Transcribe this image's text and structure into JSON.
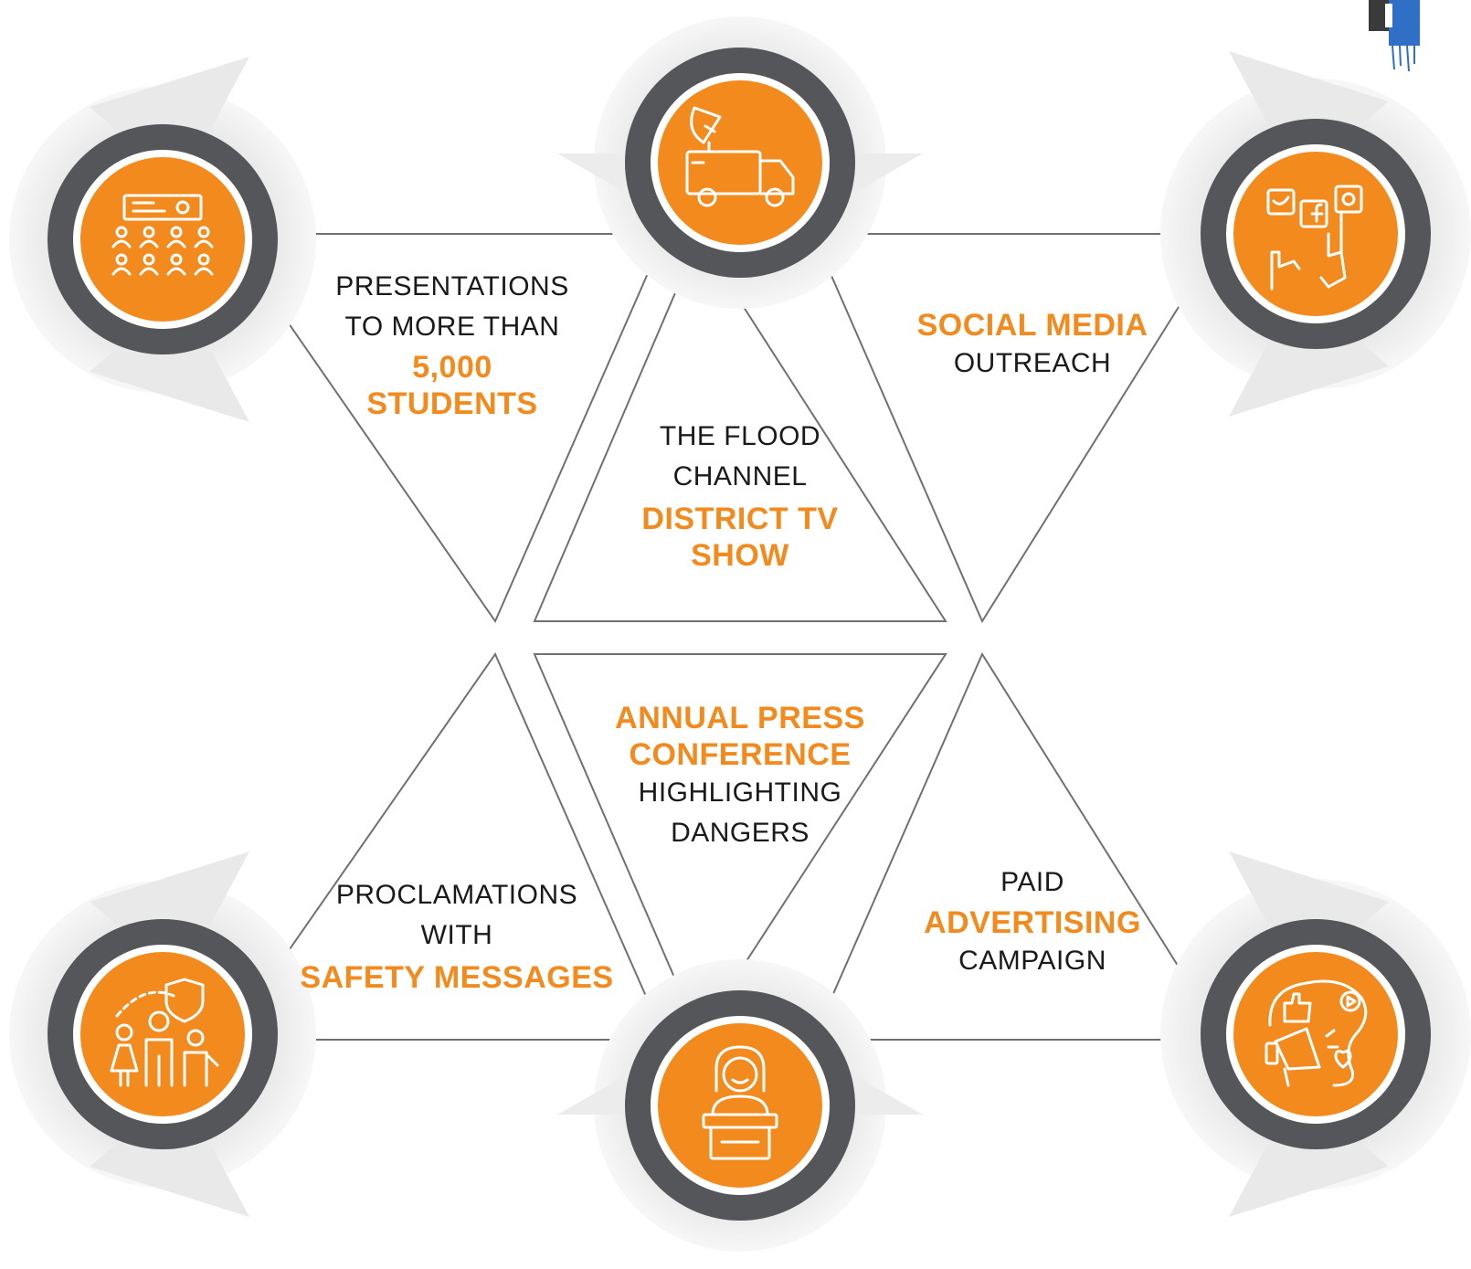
{
  "colors": {
    "accent": "#f28a1e",
    "ring_dark": "#55565a",
    "ring_light": "#d9d9d9",
    "line": "#707070",
    "text": "#1a1a1a"
  },
  "items": [
    {
      "id": "presentations",
      "icon": "classroom-icon",
      "line1": "PRESENTATIONS",
      "line2": "TO MORE THAN",
      "highlight1": "5,000",
      "highlight2": "STUDENTS"
    },
    {
      "id": "tv-show",
      "icon": "broadcast-van-icon",
      "line1": "THE FLOOD",
      "line2": "CHANNEL",
      "highlight1": "DISTRICT TV",
      "highlight2": "SHOW"
    },
    {
      "id": "social-media",
      "icon": "social-media-icon",
      "highlight1": "SOCIAL MEDIA",
      "line1": "OUTREACH"
    },
    {
      "id": "proclamations",
      "icon": "family-shield-icon",
      "line1": "PROCLAMATIONS",
      "line2": "WITH",
      "highlight1": "SAFETY MESSAGES"
    },
    {
      "id": "press-conference",
      "icon": "speaker-podium-icon",
      "highlight1": "ANNUAL PRESS",
      "highlight2": "CONFERENCE",
      "line1": "HIGHLIGHTING",
      "line2": "DANGERS"
    },
    {
      "id": "advertising",
      "icon": "megaphone-ad-icon",
      "line1": "PAID",
      "highlight1": "ADVERTISING",
      "line2": "CAMPAIGN"
    }
  ]
}
